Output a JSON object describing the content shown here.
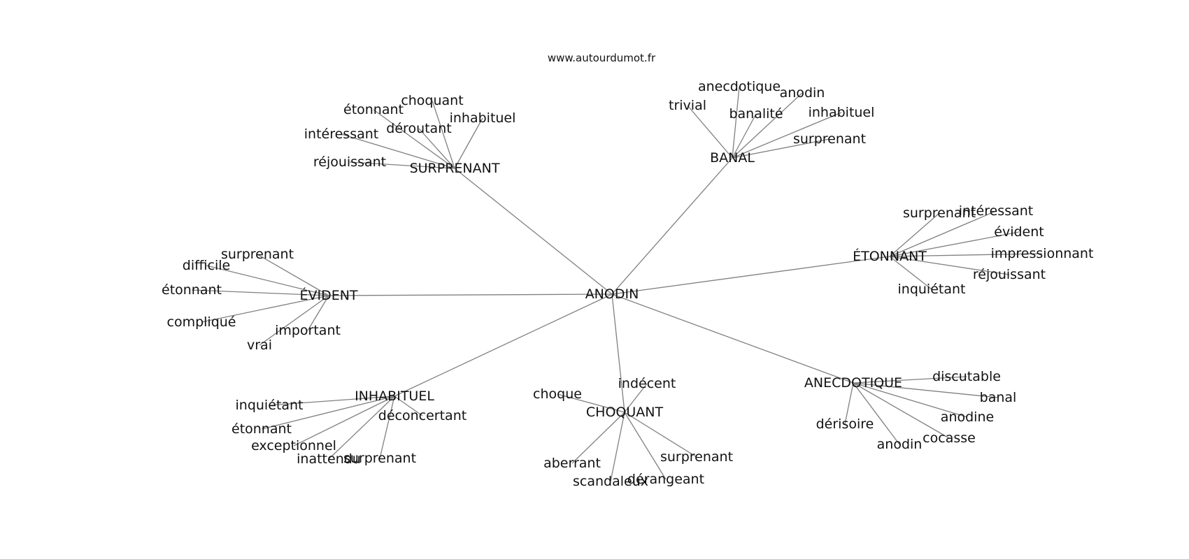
{
  "credit": "www.autourdumot.fr",
  "edge_color": "#808080",
  "graph": {
    "center": {
      "id": "anodin",
      "label": "ANODIN"
    },
    "hubs": [
      {
        "id": "surprenant",
        "label": "SURPRENANT",
        "leaves": [
          "étonnant",
          "choquant",
          "inhabituel",
          "intéressant",
          "déroutant",
          "réjouissant"
        ]
      },
      {
        "id": "banal",
        "label": "BANAL",
        "leaves": [
          "anecdotique",
          "trivial",
          "anodin",
          "banalité",
          "inhabituel",
          "surprenant"
        ]
      },
      {
        "id": "etonnant",
        "label": "ÉTONNANT",
        "leaves": [
          "surprenant",
          "intéressant",
          "évident",
          "impressionnant",
          "réjouissant",
          "inquiétant"
        ]
      },
      {
        "id": "evident",
        "label": "ÉVIDENT",
        "leaves": [
          "surprenant",
          "difficile",
          "étonnant",
          "compliqué",
          "important",
          "vrai"
        ]
      },
      {
        "id": "inhabituel",
        "label": "INHABITUEL",
        "leaves": [
          "inquiétant",
          "déconcertant",
          "étonnant",
          "exceptionnel",
          "inattendu",
          "surprenant"
        ]
      },
      {
        "id": "choquant",
        "label": "CHOQUANT",
        "leaves": [
          "indécent",
          "choque",
          "aberrant",
          "surprenant",
          "dérangeant",
          "scandaleux"
        ]
      },
      {
        "id": "anecdotique",
        "label": "ANECDOTIQUE",
        "leaves": [
          "discutable",
          "banal",
          "anodine",
          "dérisoire",
          "cocasse",
          "anodin"
        ]
      }
    ]
  }
}
